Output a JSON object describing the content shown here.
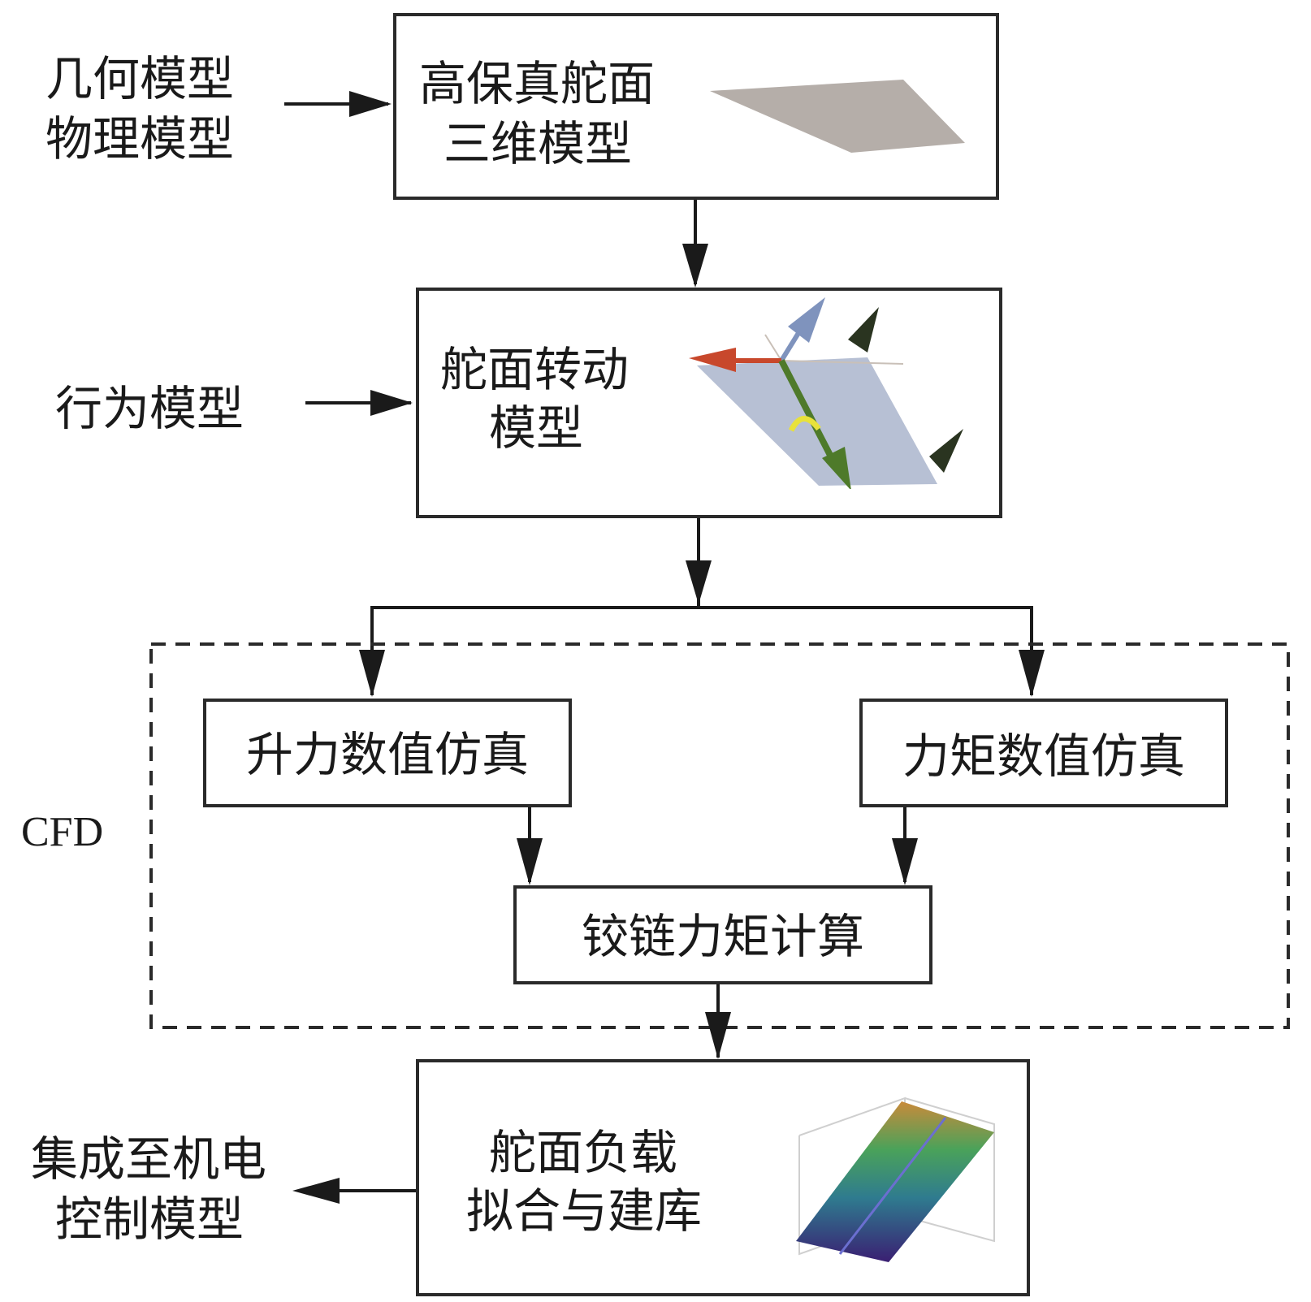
{
  "inputs": {
    "geometry_physics": [
      "几何模型",
      "物理模型"
    ],
    "behavior": "行为模型",
    "output": [
      "集成至机电",
      "控制模型"
    ]
  },
  "nodes": {
    "hifi_3d": [
      "高保真舵面",
      "三维模型"
    ],
    "rotation": [
      "舵面转动",
      "模型"
    ],
    "lift_sim": "升力数值仿真",
    "moment_sim": "力矩数值仿真",
    "hinge_calc": "铰链力矩计算",
    "load_fit": [
      "舵面负载",
      "拟合与建库"
    ]
  },
  "group_label": "CFD",
  "colors": {
    "line": "#1a1a1a",
    "surface_gray": "#b5aea9",
    "surface_blue": "#b7c0d4",
    "axis_red": "#c8482c",
    "axis_blue": "#7f93bd",
    "axis_green": "#4e7a2a",
    "rotation_yellow": "#e8e23a",
    "marker_dark": "#2a3420"
  }
}
